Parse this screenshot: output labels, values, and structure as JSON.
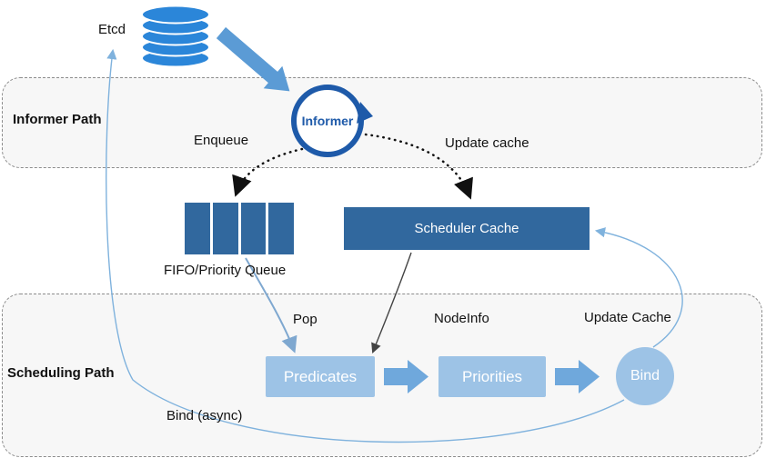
{
  "colors": {
    "db-blue": "#2B86D9",
    "informer-blue": "#1E5AA9",
    "dark-blue": "#31689E",
    "light-blue": "#9DC3E6",
    "block-arrow-blue": "#6FA8DC",
    "thick-arrow-blue": "#5B9BD5",
    "curve-blue": "#7FB2DD",
    "region-fill": "#F7F7F7",
    "region-border": "#8C8C8C"
  },
  "labels": {
    "etcd": "Etcd",
    "informer_path": "Informer Path",
    "informer": "Informer",
    "enqueue": "Enqueue",
    "update_cache_top": "Update cache",
    "fifo_queue": "FIFO/Priority Queue",
    "scheduler_cache": "Scheduler Cache",
    "pop": "Pop",
    "nodeinfo": "NodeInfo",
    "update_cache_bottom": "Update Cache",
    "scheduling_path": "Scheduling Path",
    "predicates": "Predicates",
    "priorities": "Priorities",
    "bind": "Bind",
    "bind_async": "Bind (async)"
  }
}
